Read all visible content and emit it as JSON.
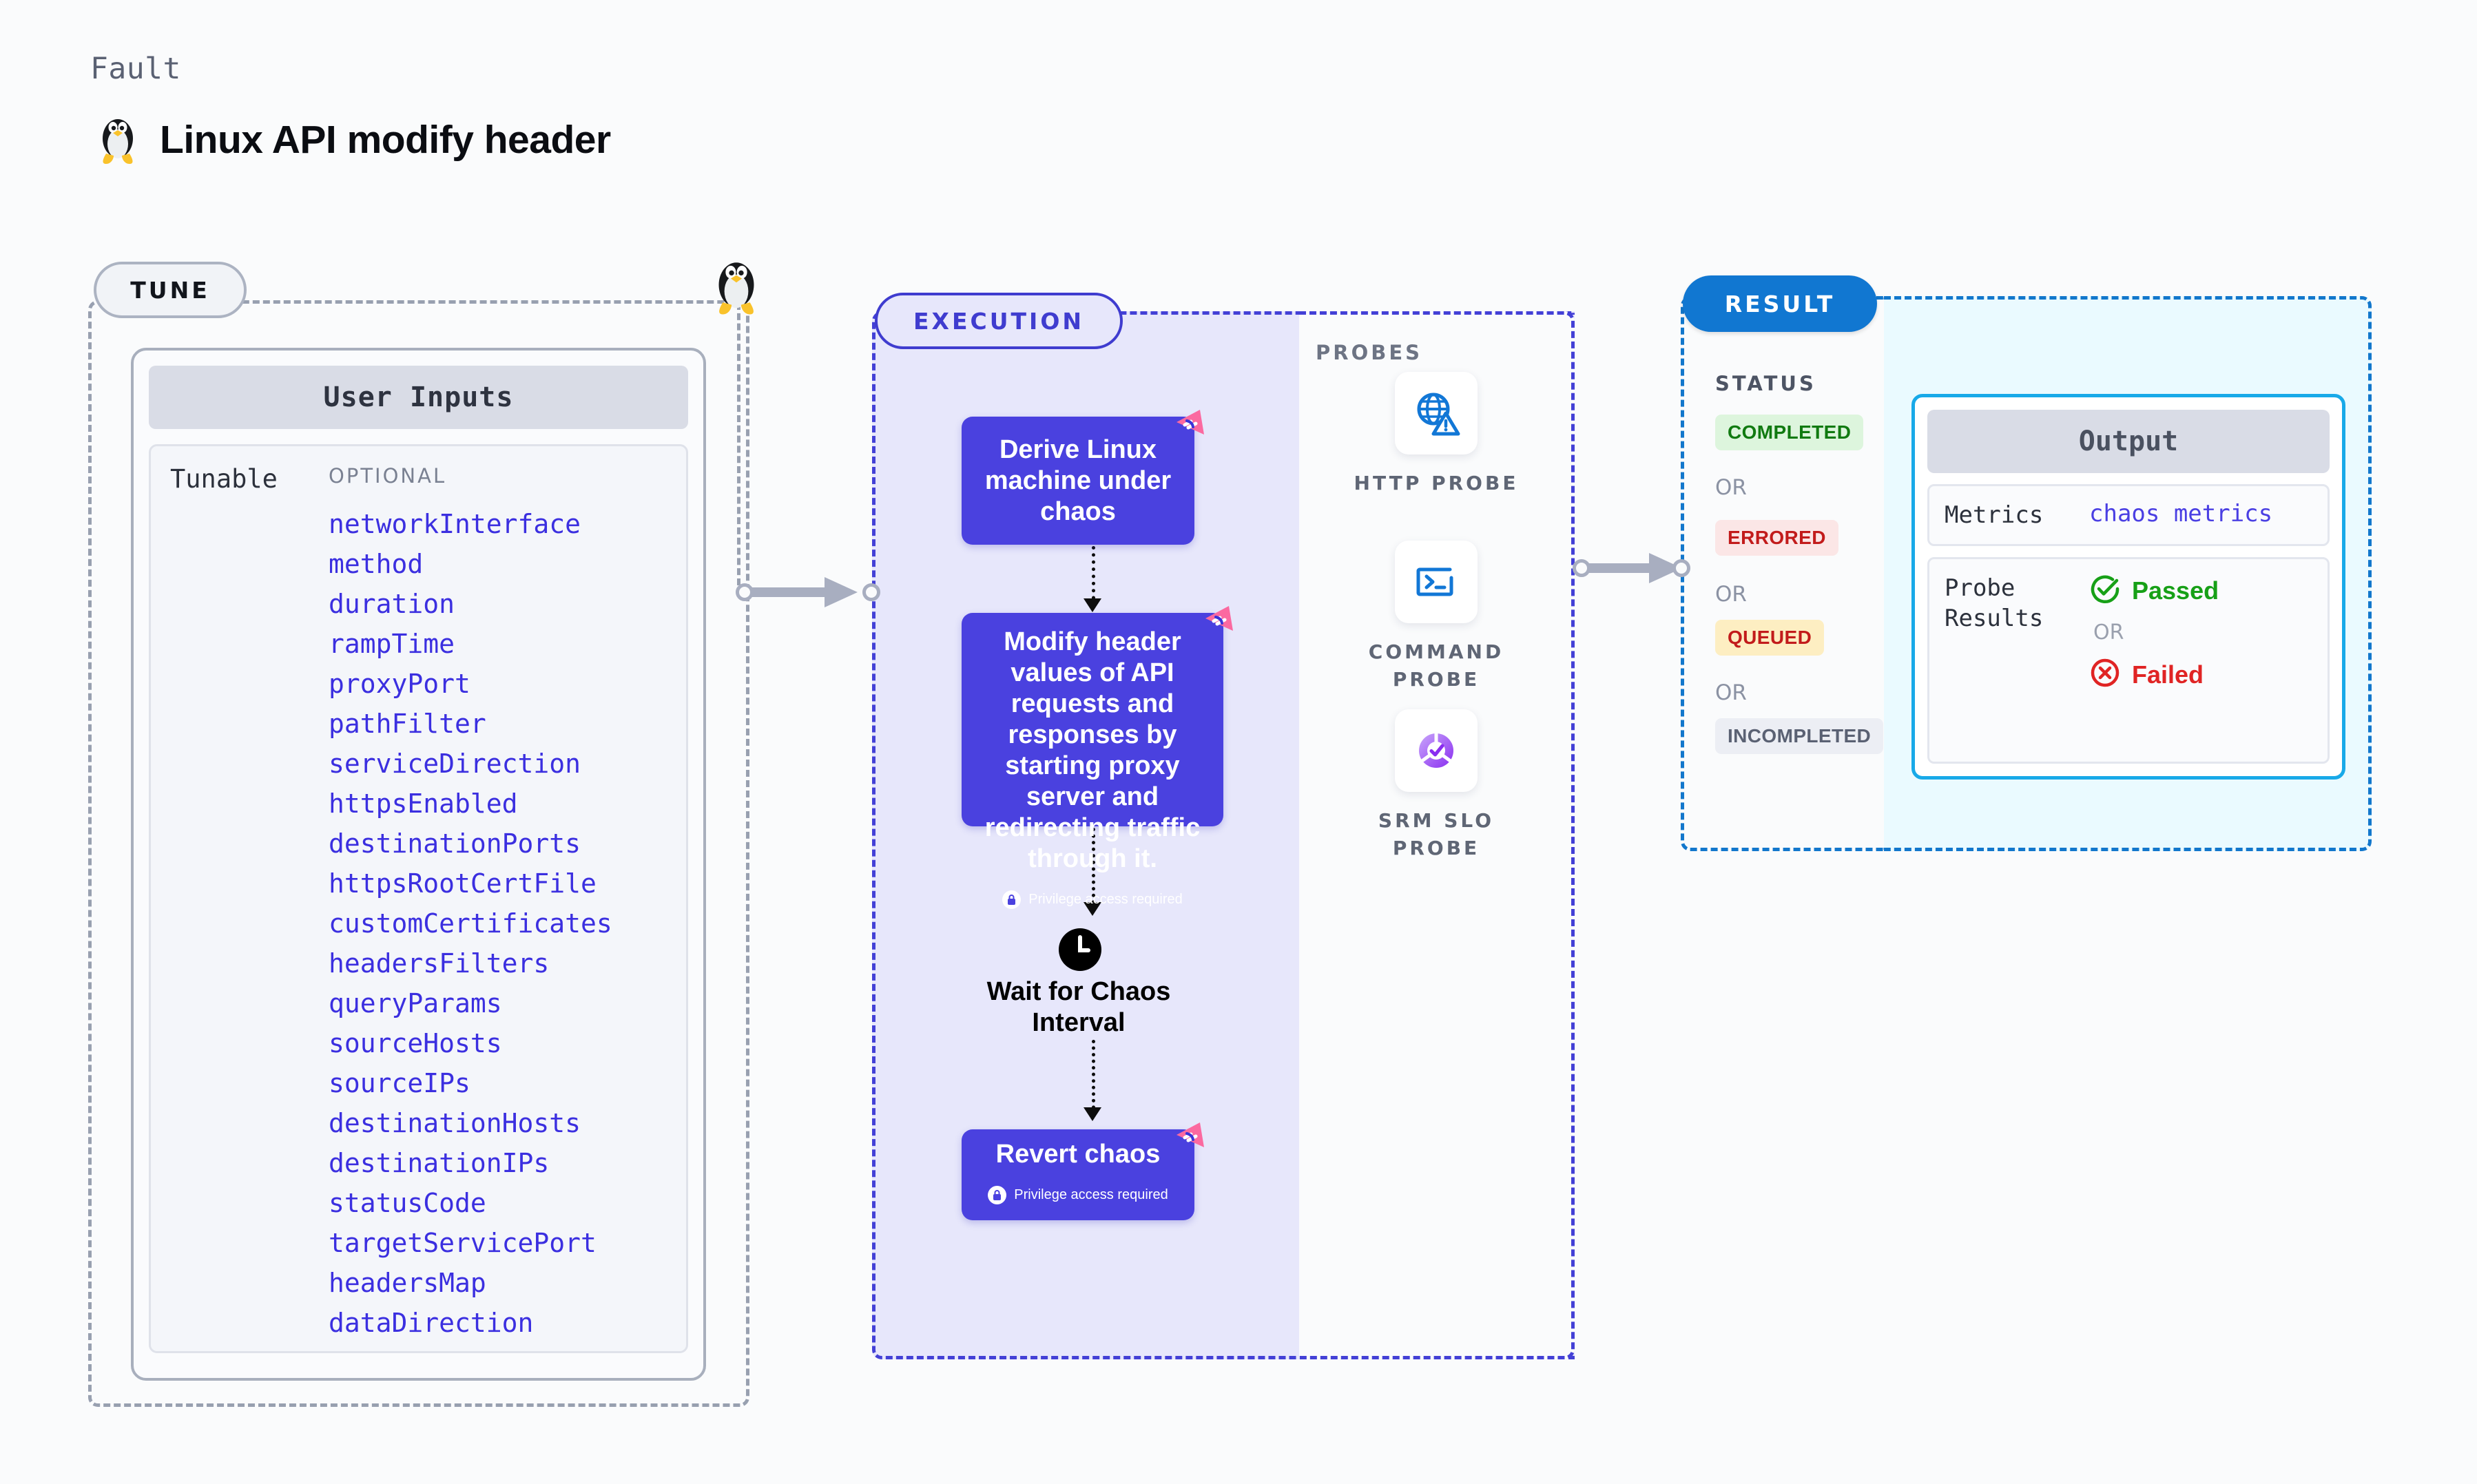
{
  "header": {
    "eyebrow": "Fault",
    "title": "Linux API modify header",
    "os_icon": "linux-penguin-icon"
  },
  "tune": {
    "pill_label": "TUNE",
    "card_title": "User Inputs",
    "tunable_label": "Tunable",
    "optional_label": "OPTIONAL",
    "params": [
      "networkInterface",
      "method",
      "duration",
      "rampTime",
      "proxyPort",
      "pathFilter",
      "serviceDirection",
      "httpsEnabled",
      "destinationPorts",
      "httpsRootCertFile",
      "customCertificates",
      "headersFilters",
      "queryParams",
      "sourceHosts",
      "sourceIPs",
      "destinationHosts",
      "destinationIPs",
      "statusCode",
      "targetServicePort",
      "headersMap",
      "dataDirection"
    ]
  },
  "execution": {
    "pill_label": "EXECUTION",
    "nodes": [
      {
        "label": "Derive Linux machine under chaos",
        "privilege": null,
        "ribbon": true
      },
      {
        "label": "Modify header values of API requests and responses by starting proxy server and redirecting traffic through it.",
        "privilege": "Privilege access required",
        "ribbon": true
      },
      {
        "label": "Wait for Chaos Interval",
        "privilege": null,
        "ribbon": false
      },
      {
        "label": "Revert chaos",
        "privilege": "Privilege access required",
        "ribbon": true
      }
    ],
    "clock_icon": "clock-icon"
  },
  "probes": {
    "title": "PROBES",
    "items": [
      {
        "name": "HTTP PROBE",
        "icon": "globe-warning-icon"
      },
      {
        "name": "COMMAND PROBE",
        "icon": "terminal-icon"
      },
      {
        "name": "SRM SLO PROBE",
        "icon": "slo-donut-check-icon"
      }
    ]
  },
  "result": {
    "pill_label": "RESULT",
    "status_title": "STATUS",
    "or_label": "OR",
    "statuses": [
      {
        "label": "COMPLETED",
        "bg": "#ddf5dd",
        "fg": "#117a11"
      },
      {
        "label": "ERRORED",
        "bg": "#fbe6e6",
        "fg": "#c21b1b"
      },
      {
        "label": "QUEUED",
        "bg": "#fdeec2",
        "fg": "#c21b1b"
      },
      {
        "label": "INCOMPLETED",
        "bg": "#eceef4",
        "fg": "#5a6173"
      }
    ],
    "output": {
      "title": "Output",
      "metrics_label": "Metrics",
      "metrics_value": "chaos metrics",
      "probe_results_label": "Probe Results",
      "passed_label": "Passed",
      "failed_label": "Failed",
      "or_label": "OR"
    }
  },
  "colors": {
    "accent_purple": "#4a41df",
    "accent_blue": "#1177d1",
    "accent_cyan": "#18a9e8",
    "ribbon_pink": "#fb69a0",
    "param_text": "#3b2fe0"
  }
}
